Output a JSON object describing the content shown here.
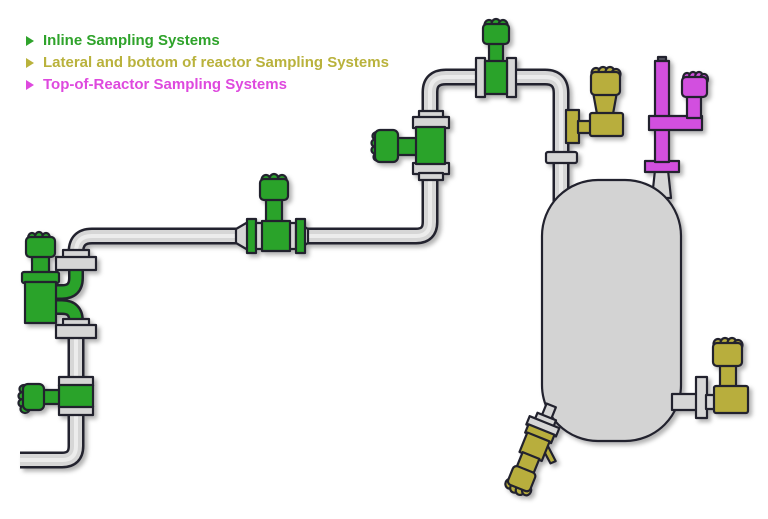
{
  "legend": {
    "items": [
      {
        "label": "Inline Sampling Systems",
        "color": "#2fa32b"
      },
      {
        "label": "Lateral and bottom of reactor Sampling Systems",
        "color": "#b9b23c"
      },
      {
        "label": "Top-of-Reactor Sampling Systems",
        "color": "#de49de"
      }
    ]
  },
  "colors": {
    "background": "#ffffff",
    "ink": "#23232e",
    "metal": "#d6d6d6",
    "metal_light": "#f0f0f0",
    "vessel": "#d3d3d3",
    "green": "#2aa32a",
    "olive": "#b8ae3e",
    "magenta": "#d24fdf"
  }
}
